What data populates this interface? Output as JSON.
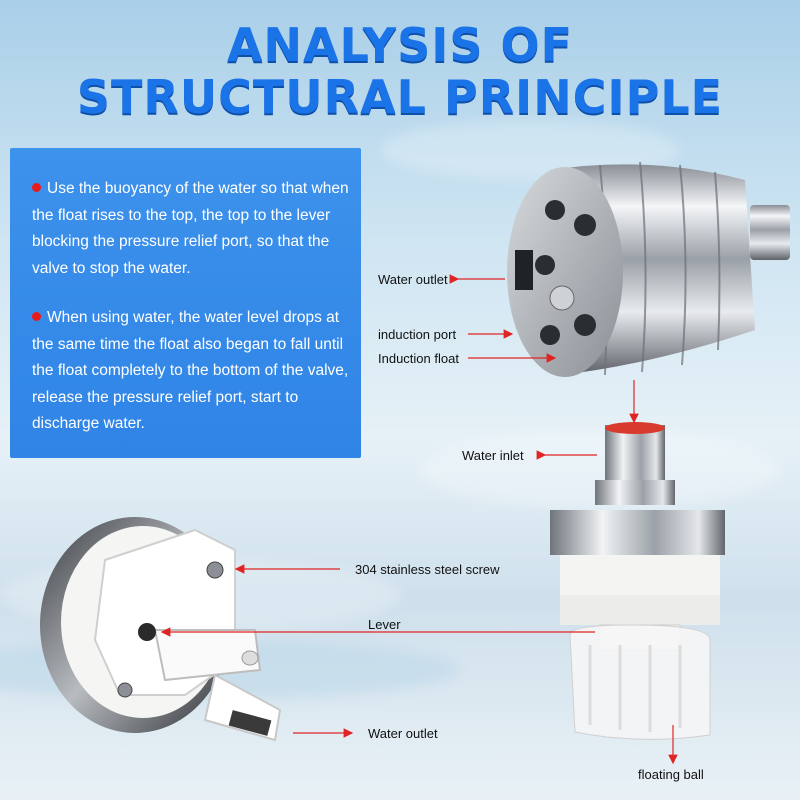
{
  "title": {
    "line1": "ANALYSIS OF",
    "line2": "STRUCTURAL PRINCIPLE"
  },
  "description": [
    "Use the buoyancy of the water so that when the float rises to the top, the top to the lever blocking the pressure relief port, so that the valve to stop the water.",
    "When using water, the water level drops at the same time the float also began to fall until the float completely to the bottom of the valve, release the pressure relief port, start to discharge water."
  ],
  "labels": {
    "water_outlet_top": "Water outlet",
    "induction_port": "induction port",
    "induction_float": "Induction float",
    "water_inlet": "Water inlet",
    "steel_screw": "304 stainless steel screw",
    "lever": "Lever",
    "water_outlet_bottom": "Water outlet",
    "floating_ball": "floating ball"
  },
  "colors": {
    "title": "#1b73e8",
    "panel": "#3d92ec",
    "bullet": "#e81b1b",
    "arrow": "#e02424"
  }
}
